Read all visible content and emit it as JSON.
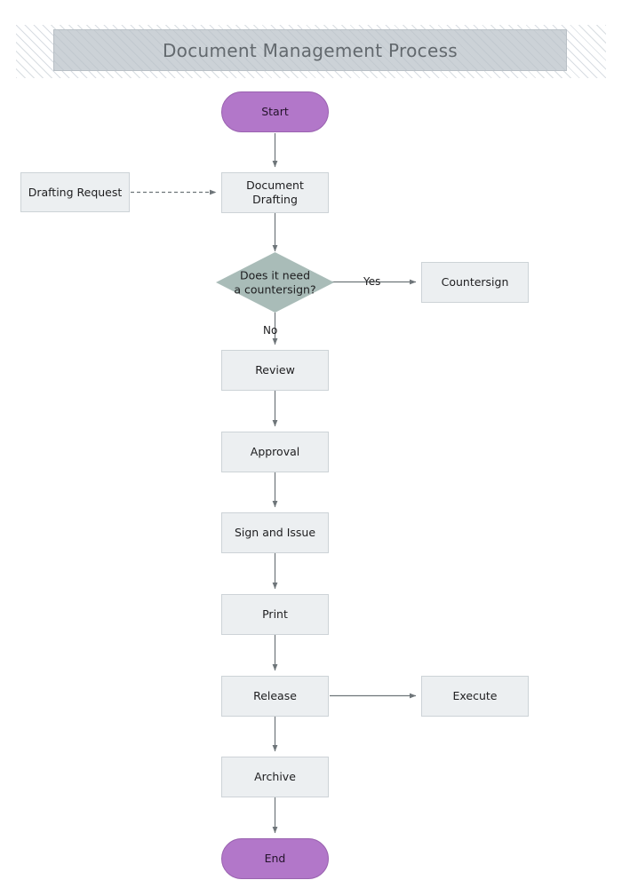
{
  "banner": {
    "title": "Document Management Process"
  },
  "diagram": {
    "nodes": {
      "start": {
        "label": "Start",
        "shape": "terminator",
        "color": "#b277c9"
      },
      "drafting_request": {
        "label": "Drafting Request",
        "shape": "process"
      },
      "document_drafting": {
        "label_line1": "Document",
        "label_line2": "Drafting",
        "shape": "process"
      },
      "decision": {
        "label_line1": "Does it need",
        "label_line2": "a countersign?",
        "shape": "decision",
        "color": "#a9bcb8"
      },
      "countersign": {
        "label": "Countersign",
        "shape": "process"
      },
      "review": {
        "label": "Review",
        "shape": "process"
      },
      "approval": {
        "label": "Approval",
        "shape": "process"
      },
      "sign_and_issue": {
        "label": "Sign and Issue",
        "shape": "process"
      },
      "print": {
        "label": "Print",
        "shape": "process"
      },
      "release": {
        "label": "Release",
        "shape": "process"
      },
      "execute": {
        "label": "Execute",
        "shape": "process"
      },
      "archive": {
        "label": "Archive",
        "shape": "process"
      },
      "end": {
        "label": "End",
        "shape": "terminator",
        "color": "#b277c9"
      }
    },
    "edge_labels": {
      "yes": "Yes",
      "no": "No"
    }
  }
}
